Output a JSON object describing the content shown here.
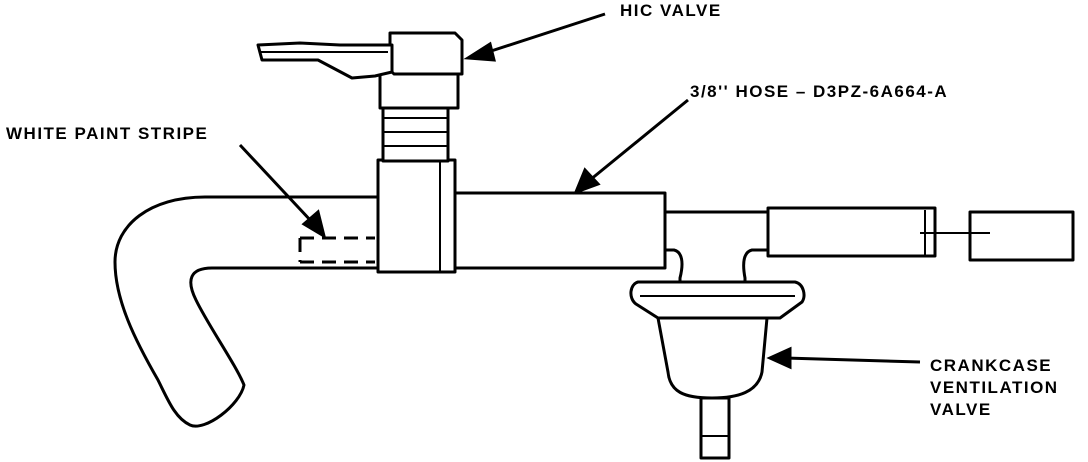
{
  "labels": {
    "hic_valve": "HIC VALVE",
    "hose": "3/8'' HOSE – D3PZ-6A664-A",
    "white_paint_stripe": "WHITE PAINT STRIPE",
    "crankcase_line1": "CRANKCASE",
    "crankcase_line2": "VENTILATION",
    "crankcase_line3": "VALVE"
  },
  "colors": {
    "ink": "#000000",
    "paper": "#ffffff"
  }
}
